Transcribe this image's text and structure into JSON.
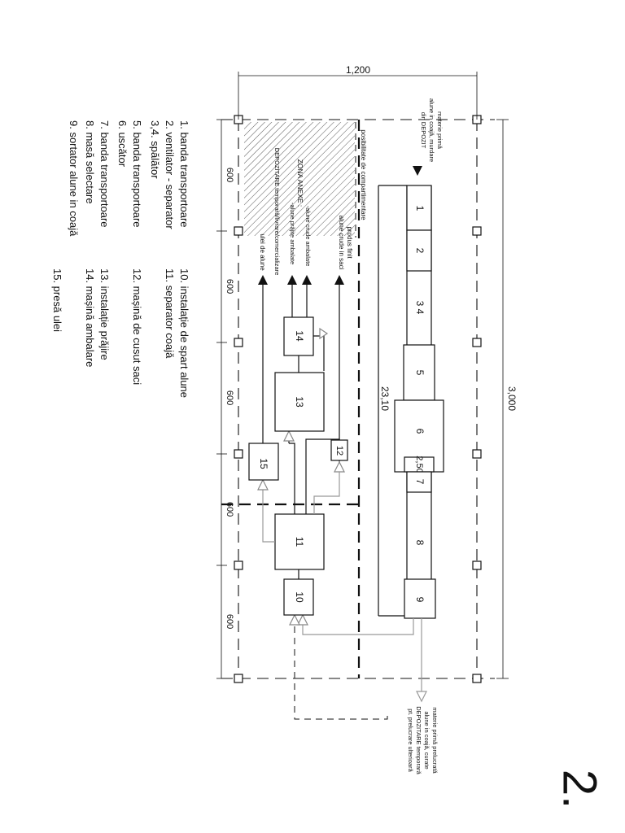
{
  "page_number": "2.",
  "dimensions": {
    "total_width": "1,200",
    "total_length": "3,000",
    "inner_length": "23,10",
    "inner_width": "2,50",
    "bays": [
      "600",
      "600",
      "600",
      "600",
      "600"
    ]
  },
  "units": [
    "1",
    "2",
    "3 4",
    "5",
    "6",
    "7",
    "8",
    "9",
    "10",
    "11",
    "12",
    "13",
    "14",
    "15"
  ],
  "zone": {
    "title": "ZONA ANEXE :",
    "line1": "-alune crude ambalate",
    "line2": "-alune prăjite ambalate",
    "line3": "DEPOZITARE temporară/livrare/comercializare",
    "possibility": "posibilitate de compartimentare"
  },
  "outputs": {
    "raw_bags": [
      "produs finit",
      "alune crude in saci"
    ],
    "oil": "ulei de alune"
  },
  "inputs": {
    "raw_material": [
      "materie primă",
      "alune in coajă, murdare",
      "din DEPOZIT"
    ],
    "processed": [
      "materie primă prelucrată",
      "alune in coajă, curate",
      "DEPOZITARE temporară",
      "pt. prelucrare ulterioară"
    ]
  },
  "legend": {
    "col1": [
      "1. banda transportoare",
      "2. ventilator - separator",
      "3,4. spălător",
      "5. banda transportoare",
      "6. uscător",
      "7. banda transportoare",
      "8. masă selectare",
      "9. sortator alune in coajă"
    ],
    "col2": [
      "10. instalație de spart alune",
      "11. separator coajă",
      "12. mașină de cusut saci",
      "13. instalație prăjire",
      "14. mașină ambalare",
      "15. presă ulei"
    ]
  }
}
